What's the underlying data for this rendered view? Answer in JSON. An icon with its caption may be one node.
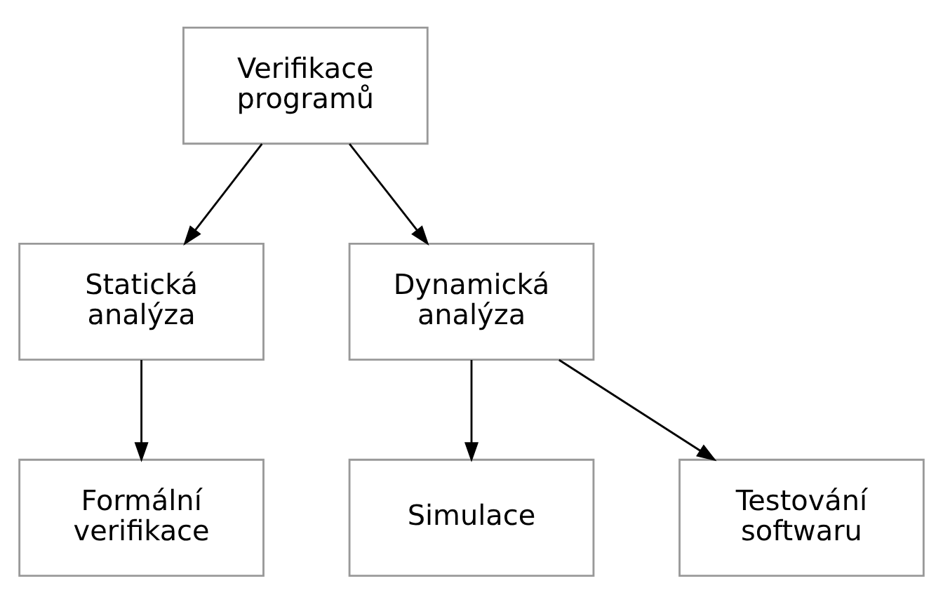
{
  "diagram": {
    "nodes": [
      {
        "text": [
          "Verifikace programů"
        ]
      },
      {
        "text": [
          "Statická analýza"
        ]
      },
      {
        "text": [
          "Dynamická analýza"
        ]
      },
      {
        "text": [
          "Formální verifikace"
        ]
      },
      {
        "text": [
          "Simulace"
        ]
      },
      {
        "text": [
          "Testování softwaru"
        ]
      }
    ],
    "edges": [
      {
        "from": 0,
        "to": 1,
        "arrow": "to"
      },
      {
        "from": 0,
        "to": 2,
        "arrow": "to"
      },
      {
        "from": 1,
        "to": 3,
        "arrow": "to"
      },
      {
        "from": 2,
        "to": 4,
        "arrow": "to"
      },
      {
        "from": 2,
        "to": 5,
        "arrow": "to"
      }
    ]
  }
}
